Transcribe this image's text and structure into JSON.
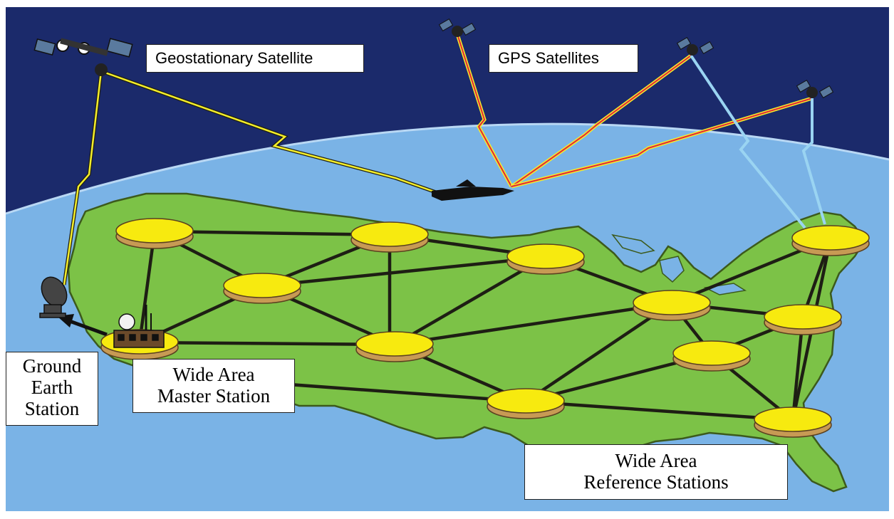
{
  "colors": {
    "space": "#1b2a6b",
    "atmosphere": "#7ab3e6",
    "land": "#7cc247",
    "land_outline": "#3c5a1c",
    "station_top": "#f7ea0f",
    "station_rim": "#c79a54",
    "link_line": "#1e1e14",
    "geo_signal": "#f4ee2a",
    "gps_signal": "#e2263a",
    "uplink_signal": "#9ad4f2"
  },
  "icons": {
    "geostationary_satellite": "satellite-icon",
    "gps_satellite": "satellite-icon",
    "ground_dish": "satellite-dish-icon",
    "master_station": "building-icon",
    "aircraft": "airplane-icon"
  },
  "labels": {
    "geostationary_satellite": "Geostationary Satellite",
    "gps_satellites": "GPS Satellites",
    "ground_earth_station": [
      "Ground",
      "Earth",
      "Station"
    ],
    "wide_area_master_station": [
      "Wide Area",
      "Master Station"
    ],
    "wide_area_reference_stations": [
      "Wide Area",
      "Reference Stations"
    ]
  }
}
